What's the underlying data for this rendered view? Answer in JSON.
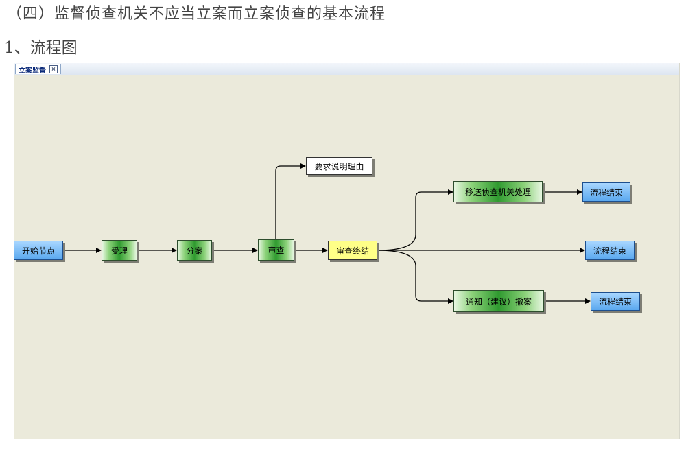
{
  "heading": "（四）监督侦查机关不应当立案而立案侦查的基本流程",
  "subheading": "1、流程图",
  "tab": {
    "label": "立案监督",
    "close": "×"
  },
  "flow": {
    "start": "开始节点",
    "accept": "受理",
    "assign": "分案",
    "review": "审查",
    "require_reason": "要求说明理由",
    "review_end": "审查终结",
    "transfer": "移送侦查机关处理",
    "notify": "通知（建议）撤案",
    "end_1": "流程结束",
    "end_2": "流程结束",
    "end_3": "流程结束"
  },
  "colors": {
    "canvas": "#ebeadb",
    "start_end": "#5aa8ef",
    "step": "#2f9a2f",
    "review_end": "#ffff88",
    "note": "#ffffff",
    "connector": "#000000"
  }
}
